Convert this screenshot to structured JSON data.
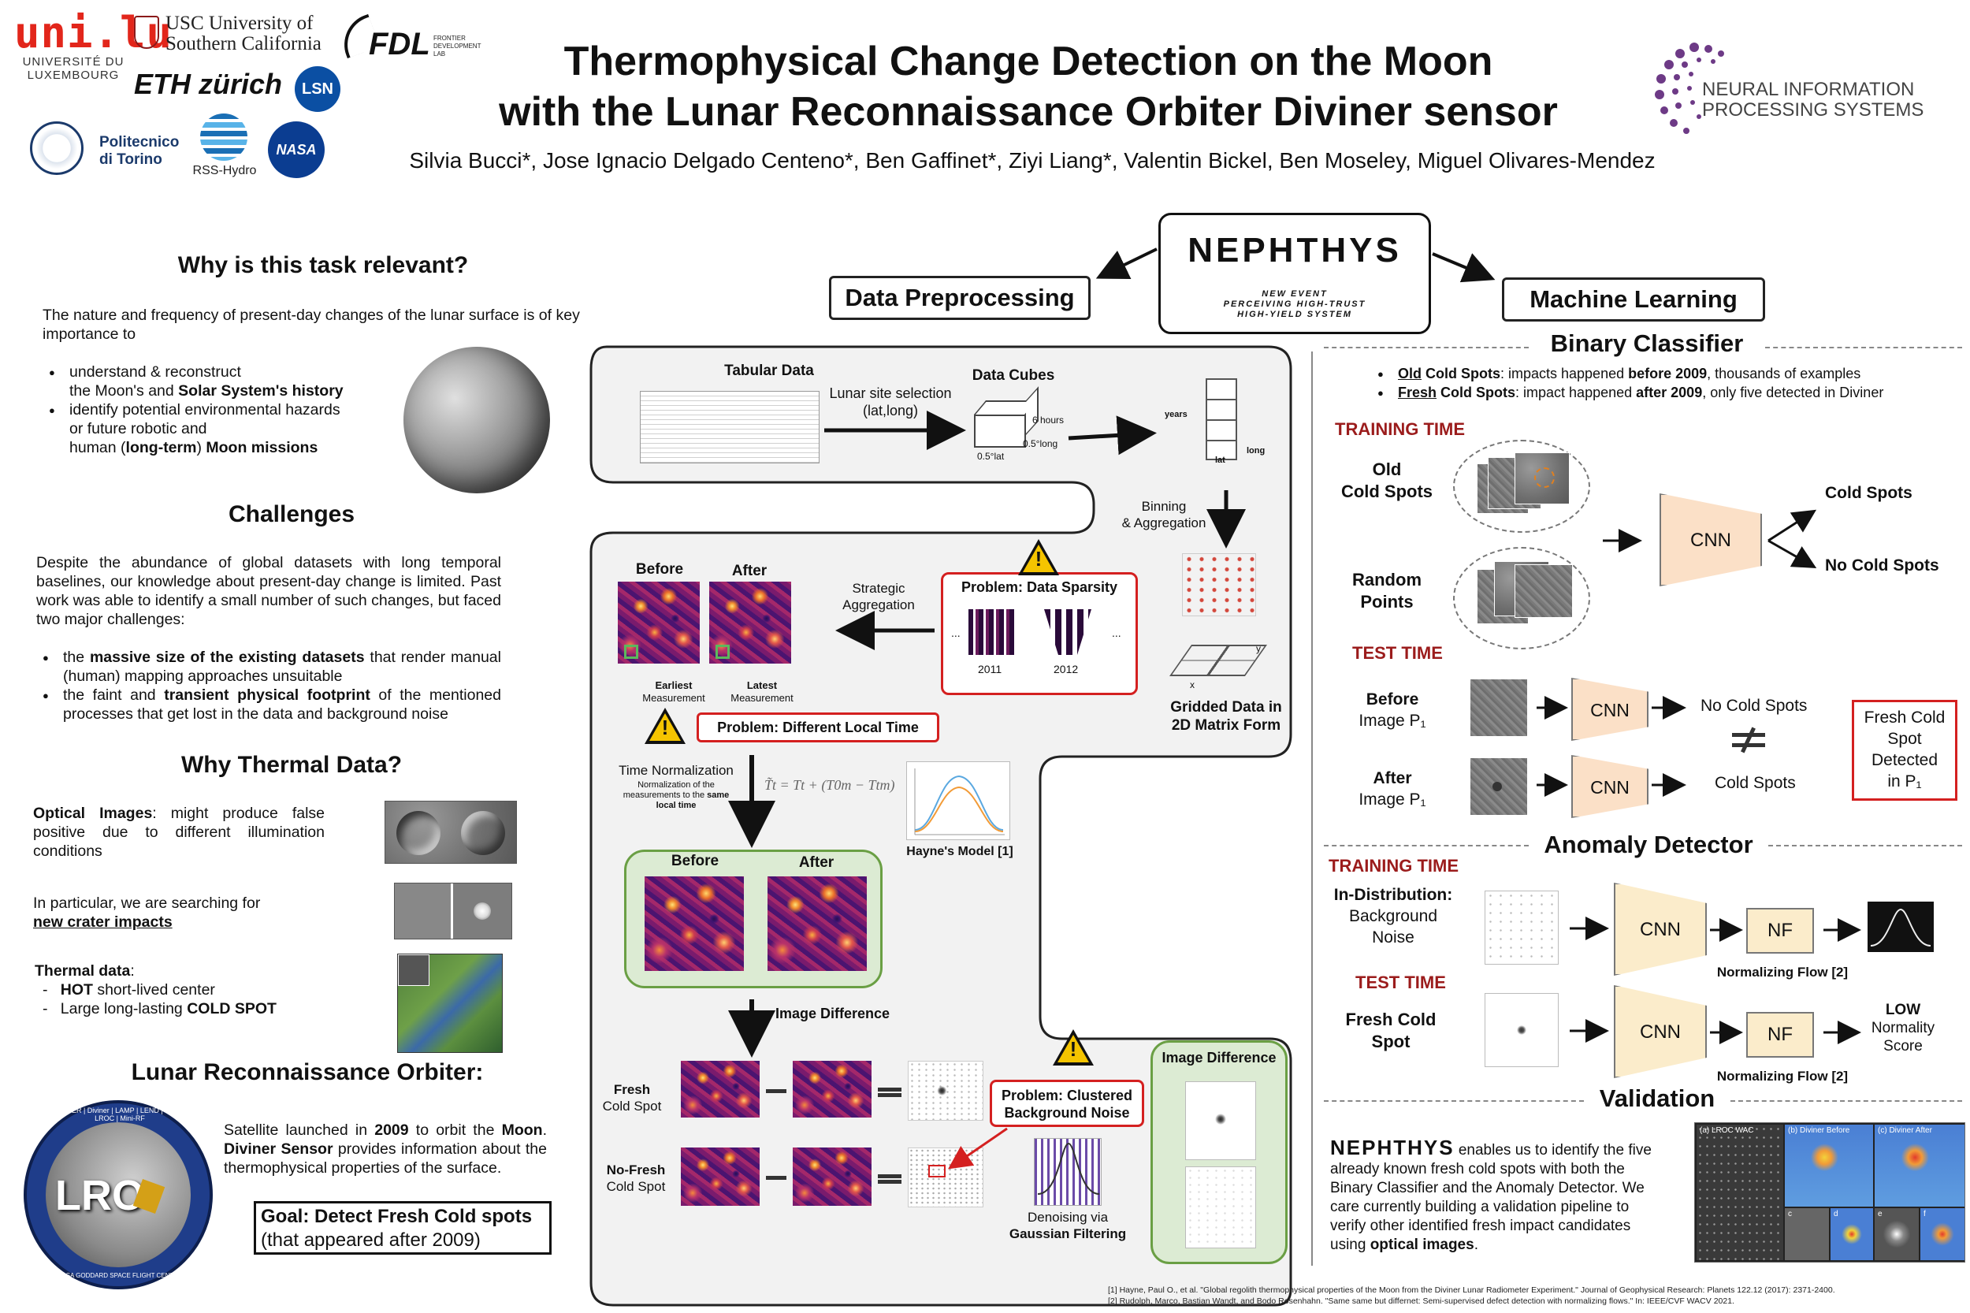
{
  "header": {
    "title_line1": "Thermophysical Change Detection on the Moon",
    "title_line2": "with the Lunar Reconnaissance Orbiter Diviner sensor",
    "authors": "Silvia Bucci*, Jose Ignacio Delgado Centeno*, Ben Gaffinet*, Ziyi Liang*, Valentin Bickel, Ben Moseley, Miguel Olivares-Mendez",
    "logos": {
      "unilu": "uni.lu",
      "unilu_sub1": "UNIVERSITÉ DU",
      "unilu_sub2": "LUXEMBOURG",
      "usc1": "USC University of",
      "usc2": "Southern California",
      "fdl": "FDL",
      "fdl_sub1": "FRONTIER",
      "fdl_sub2": "DEVELOPMENT",
      "fdl_sub3": "LAB",
      "eth": "ETH zürich",
      "lsn": "LSN",
      "polito1": "Politecnico",
      "polito2": "di Torino",
      "rss": "RSS-Hydro",
      "nasa": "NASA",
      "neurips1": "NEURAL INFORMATION",
      "neurips2": "PROCESSING SYSTEMS"
    }
  },
  "left": {
    "relevant_title": "Why is this task relevant?",
    "relevant_intro": "The nature and frequency of present-day changes of the lunar surface is of key importance to",
    "relevant_b1a": "understand & reconstruct",
    "relevant_b1b": "the Moon's and ",
    "relevant_b1c": "Solar System's history",
    "relevant_b2a": "identify potential environmental hazards",
    "relevant_b2b": "or future robotic and",
    "relevant_b2c": "human (",
    "relevant_b2d": "long-term",
    "relevant_b2e": ") ",
    "relevant_b2f": "Moon missions",
    "challenges_title": "Challenges",
    "challenges_text": "Despite the abundance of global datasets with long temporal baselines, our knowledge about present-day change is limited. Past work was able to identify a small number of such changes, but faced two major challenges:",
    "ch_b1a": "the ",
    "ch_b1b": "massive size of the existing datasets",
    "ch_b1c": " that render manual (human) mapping approaches unsuitable",
    "ch_b2a": "the faint and ",
    "ch_b2b": "transient physical footprint",
    "ch_b2c": " of the mentioned processes that get lost in the data and background noise",
    "thermal_title": "Why Thermal Data?",
    "optical_label": "Optical Images",
    "optical_text": ": might produce false positive due to different illumination conditions",
    "particular_text": "In particular, we are searching for",
    "particular_link": "new crater impacts",
    "thermal_label": "Thermal data",
    "thermal_colon": ":",
    "thermal_hot": "HOT",
    "thermal_hot_rest": " short-lived center",
    "thermal_cold_a": "Large long-lasting ",
    "thermal_cold_b": "COLD SPOT",
    "lro_title": "Lunar Reconnaissance Orbiter:",
    "lro_t1": "Satellite launched in ",
    "lro_t2": "2009",
    "lro_t3": " to orbit the ",
    "lro_t4": "Moon",
    "lro_t5": ". ",
    "lro_t6": "Diviner Sensor",
    "lro_t7": " provides information about the thermophysical properties of the surface.",
    "lro_logo": "LRO",
    "lro_ring": "CRaTER | Diviner | LAMP | LEND | LOLA | LROC | Mini-RF",
    "lro_bottom": "NASA GODDARD SPACE FLIGHT CENTER",
    "goal_a": "Goal: Detect Fresh Cold spots",
    "goal_b": "(that appeared after 2009)"
  },
  "center": {
    "nephthys": "NEPHTHYS",
    "nephthys_sub1": "NEW EVENT",
    "nephthys_sub2": "PERCEIVING HIGH-TRUST",
    "nephthys_sub3": "HIGH-YIELD SYSTEM",
    "data_pre": "Data Preprocessing",
    "ml": "Machine Learning",
    "tabular": "Tabular Data",
    "lunar_sel": "Lunar site selection",
    "latlong": "(lat,long)",
    "cubes": "Data Cubes",
    "six_hours": "6 hours",
    "half_long": "0.5°long",
    "half_lat": "0.5°lat",
    "years": "years",
    "lat": "lat",
    "long": "long",
    "binning": "Binning",
    "aggregation": "& Aggregation",
    "before": "Before",
    "after": "After",
    "strategic": "Strategic",
    "strategic2": "Aggregation",
    "sparsity": "Problem: Data Sparsity",
    "y2011": "2011",
    "y2012": "2012",
    "dots": "...",
    "earliest": "Earliest",
    "latest": "Latest",
    "measurement": "Measurement",
    "gridded": "Gridded Data in",
    "gridded2": "2D Matrix Form",
    "axis_x": "x",
    "axis_y": "y",
    "local_time": "Problem: Different Local Time",
    "time_norm": "Time Normalization",
    "time_norm_sub1": "Normalization of the",
    "time_norm_sub2": "measurements to the ",
    "time_norm_sub3": "same",
    "time_norm_sub4": "local time",
    "formula": "T̃t = Tt + (T0m − Ttm)",
    "haynes": "Hayne's Model [1]",
    "img_diff": "Image Difference",
    "fresh": "Fresh",
    "cold_spot": "Cold Spot",
    "nofresh": "No-Fresh",
    "clustered1": "Problem: Clustered",
    "clustered2": "Background Noise",
    "denoise1": "Denoising via",
    "denoise2": "Gaussian Filtering",
    "img_diff2": "Image Difference"
  },
  "right": {
    "binary": "Binary Classifier",
    "b1_old": "Old",
    "b1_rest": " Cold Spots",
    "b1_colon": ": impacts happened ",
    "b1_before": "before 2009",
    "b1_end": ", thousands of examples",
    "b2_fresh": "Fresh",
    "b2_rest": " Cold Spots",
    "b2_colon": ": impact happened ",
    "b2_after": "after 2009",
    "b2_end": ", only five detected in Diviner",
    "training": "TRAINING TIME",
    "old_cold1": "Old",
    "old_cold2": "Cold Spots",
    "random1": "Random",
    "random2": "Points",
    "cnn": "CNN",
    "cold_spots_out": "Cold Spots",
    "no_cold_spots_out": "No Cold Spots",
    "test": "TEST TIME",
    "before_img1": "Before",
    "before_img2": "Image P₁",
    "after_img1": "After",
    "after_img2": "Image P₁",
    "no_cold": "No Cold Spots",
    "cold": "Cold Spots",
    "fresh_det1": "Fresh Cold",
    "fresh_det2": "Spot",
    "fresh_det3": "Detected",
    "fresh_det4": "in P₁",
    "anomaly": "Anomaly Detector",
    "training2": "TRAINING TIME",
    "indist1": "In-Distribution:",
    "indist2": "Background",
    "indist3": "Noise",
    "nf": "NF",
    "norm_flow": "Normalizing Flow [2]",
    "test2": "TEST TIME",
    "fresh_cold1": "Fresh Cold",
    "fresh_cold2": "Spot",
    "low1": "LOW",
    "low2": "Normality",
    "low3": "Score",
    "validation": "Validation",
    "val_lead": " enables us to identify",
    "val_text": "the five already known fresh cold spots with both the Binary Classifier and the Anomaly Detector. We care currently building a validation pipeline to verify other identified fresh impact candidates using ",
    "val_bold": "optical images",
    "val_end": ".",
    "panel_a": "(a) LROC WAC",
    "panel_b": "(b) Diviner Before",
    "panel_c": "(c) Diviner After",
    "panel_lc": "c",
    "panel_ld": "d",
    "panel_le": "e",
    "panel_lf": "f"
  },
  "refs": {
    "r1": "[1] Hayne, Paul O., et al. \"Global regolith thermophysical properties of the Moon from the Diviner Lunar Radiometer Experiment.\" Journal of Geophysical Research: Planets 122.12 (2017): 2371-2400.",
    "r2": "[2] Rudolph, Marco, Bastian Wandt, and Bodo Rosenhahn. \"Same same but differnet: Semi-supervised defect detection with normalizing flows.\" In: IEEE/CVF WACV 2021."
  },
  "colors": {
    "accent_red": "#9b1c1c",
    "problem_red": "#d42020",
    "green_bg": "#dcebd3",
    "cnn_orange": "#fbe0c7",
    "cnn_yellow": "#fbeccb"
  }
}
